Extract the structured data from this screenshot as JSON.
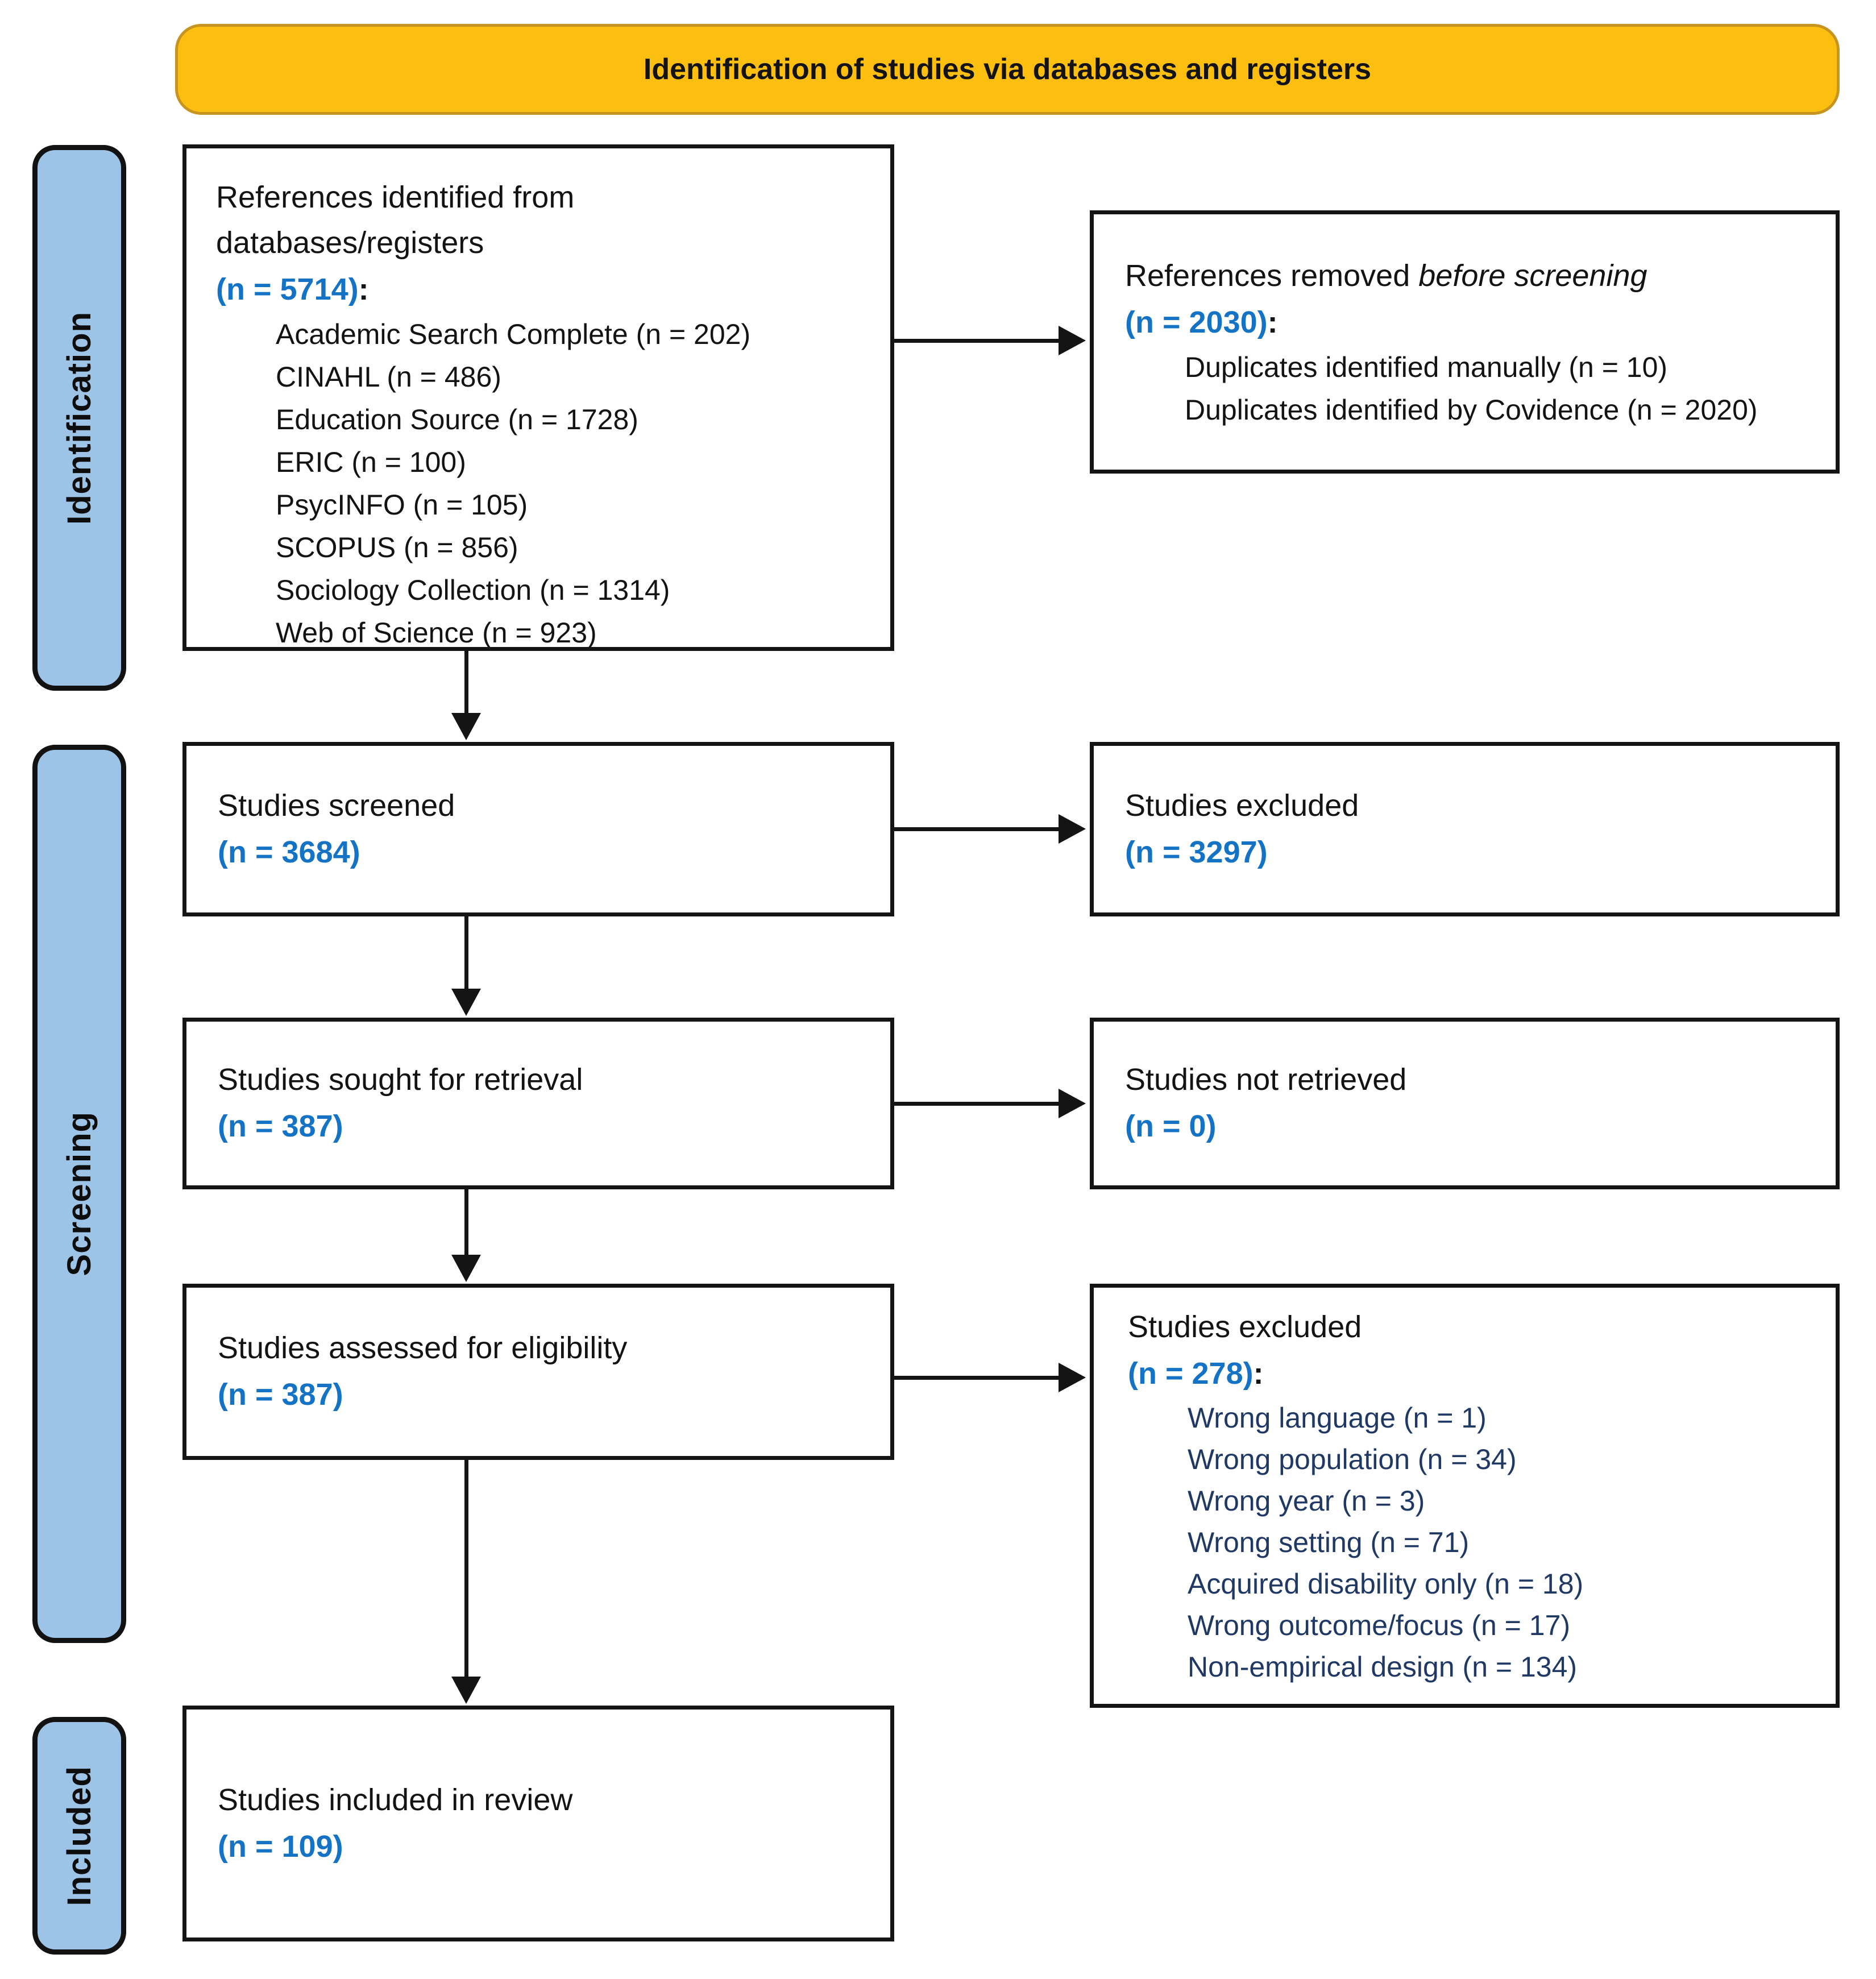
{
  "banner": {
    "title": "Identification of studies via databases and registers"
  },
  "side_labels": [
    {
      "label": "Identification"
    },
    {
      "label": "Screening"
    },
    {
      "label": "Included"
    }
  ],
  "colors": {
    "banner_gold": "#FCBF10",
    "stage_label_blue": "#9DC3E6",
    "n_value_blue": "#1473C5",
    "exclusion_reason_navy": "#1F3864",
    "text_black": "#131313"
  },
  "boxes": {
    "identified": {
      "title_line1": "References identified from",
      "title_line2": "databases/registers",
      "n_label": "(n = 5714)",
      "colon": ":",
      "items": [
        "Academic Search Complete (n = 202)",
        "CINAHL (n = 486)",
        "Education Source (n = 1728)",
        "ERIC (n = 100)",
        "PsycINFO (n = 105)",
        "SCOPUS (n = 856)",
        "Sociology Collection (n = 1314)",
        "Web of Science (n = 923)"
      ]
    },
    "removed": {
      "title_prefix": "References removed ",
      "title_italic": "before screening",
      "n_label": "(n = 2030)",
      "colon": ":",
      "items": [
        "Duplicates identified manually (n = 10)",
        "Duplicates identified by Covidence (n = 2020)"
      ]
    },
    "screened": {
      "title": "Studies screened",
      "n_label": "(n = 3684)"
    },
    "excluded_screening": {
      "title": "Studies excluded",
      "n_label": "(n = 3297)"
    },
    "sought": {
      "title": "Studies sought for retrieval",
      "n_label": "(n = 387)"
    },
    "not_retrieved": {
      "title": "Studies not retrieved",
      "n_label": "(n = 0)"
    },
    "assessed": {
      "title": "Studies assessed for eligibility",
      "n_label": "(n = 387)"
    },
    "excluded_eligibility": {
      "title": "Studies excluded",
      "n_label": "(n = 278)",
      "colon": ":",
      "reasons": [
        "Wrong language (n = 1)",
        "Wrong population (n = 34)",
        "Wrong year (n = 3)",
        "Wrong setting (n = 71)",
        "Acquired disability only (n = 18)",
        "Wrong outcome/focus (n = 17)",
        "Non-empirical design (n = 134)"
      ]
    },
    "included": {
      "title": "Studies included in review",
      "n_label": "(n = 109)"
    }
  }
}
